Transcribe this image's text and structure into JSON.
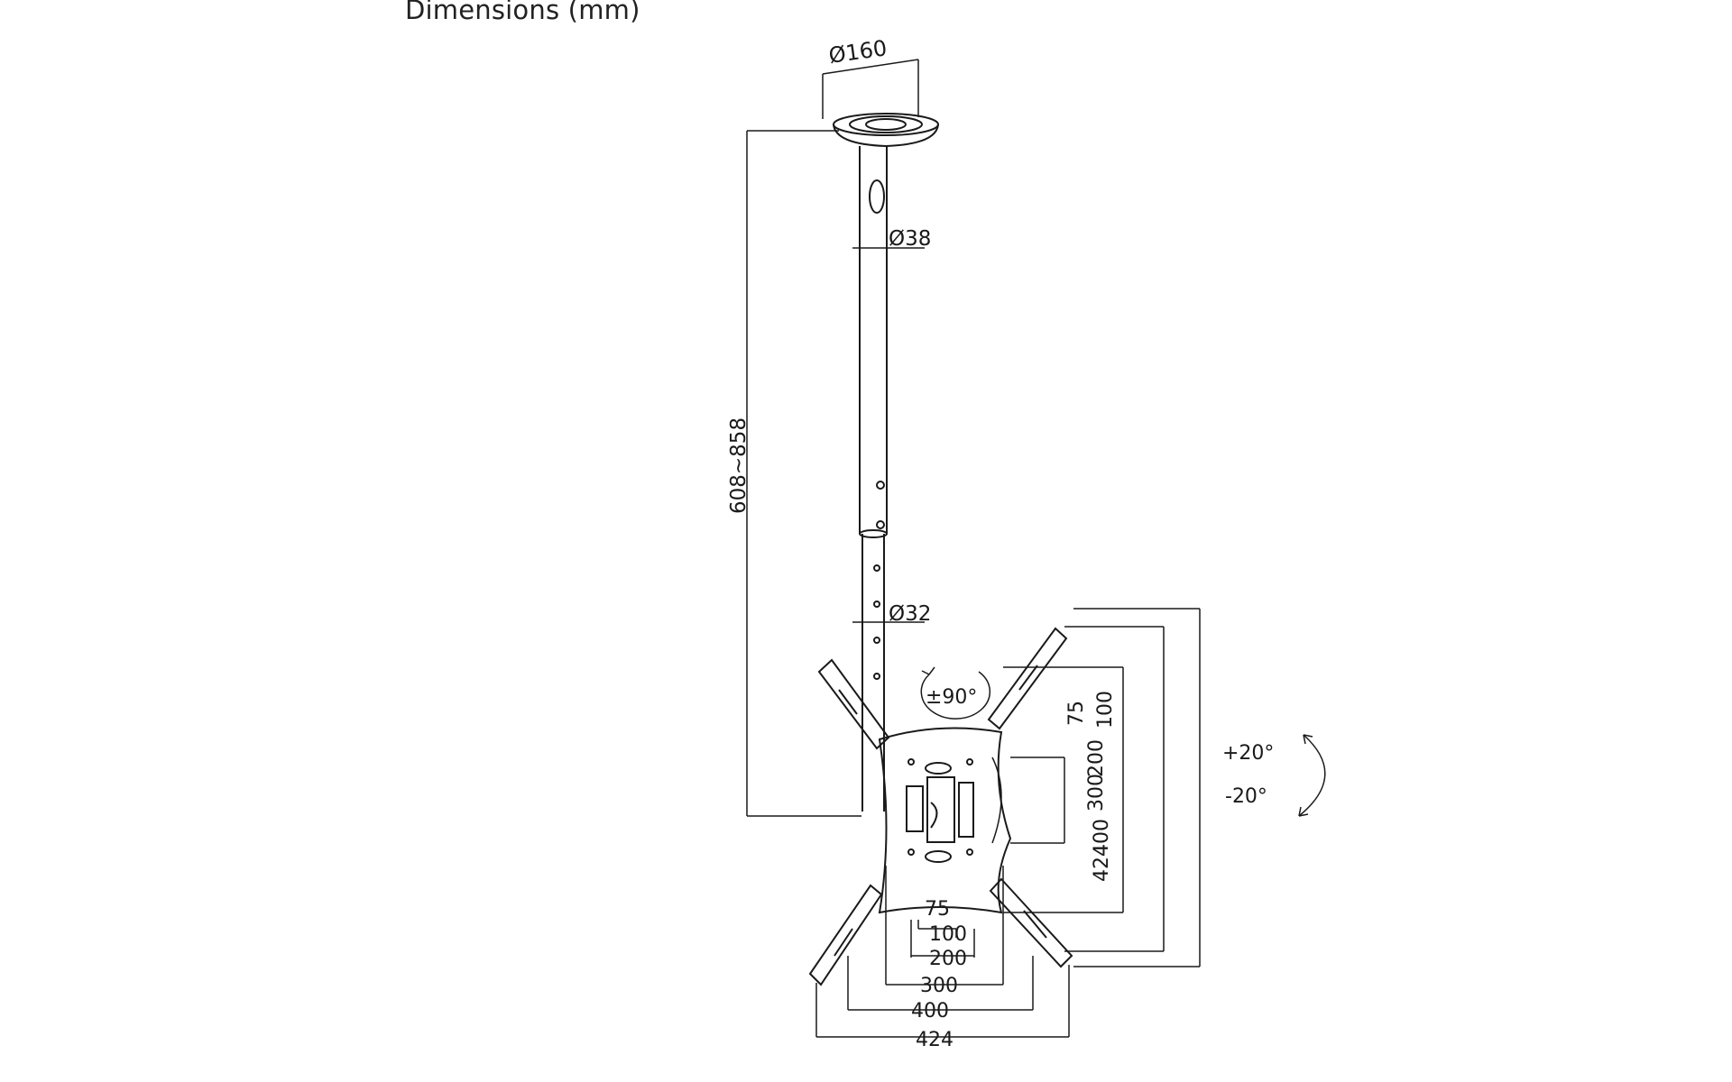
{
  "title": "Dimensions (mm)",
  "dims": {
    "plate_diameter": "Ø160",
    "upper_pole_diameter": "Ø38",
    "lower_pole_diameter": "Ø32",
    "drop_height": "608~858",
    "swivel": "±90°",
    "tilt_up": "+20°",
    "tilt_down": "-20°",
    "h75": "75",
    "h100": "100",
    "h200": "200",
    "h300": "300",
    "h400": "400",
    "h424": "424",
    "v75": "75",
    "v100": "100",
    "v200": "200",
    "v300": "300",
    "v400": "400",
    "v424": "424"
  },
  "colors": {
    "line": "#1a1a1a",
    "background": "#ffffff"
  }
}
